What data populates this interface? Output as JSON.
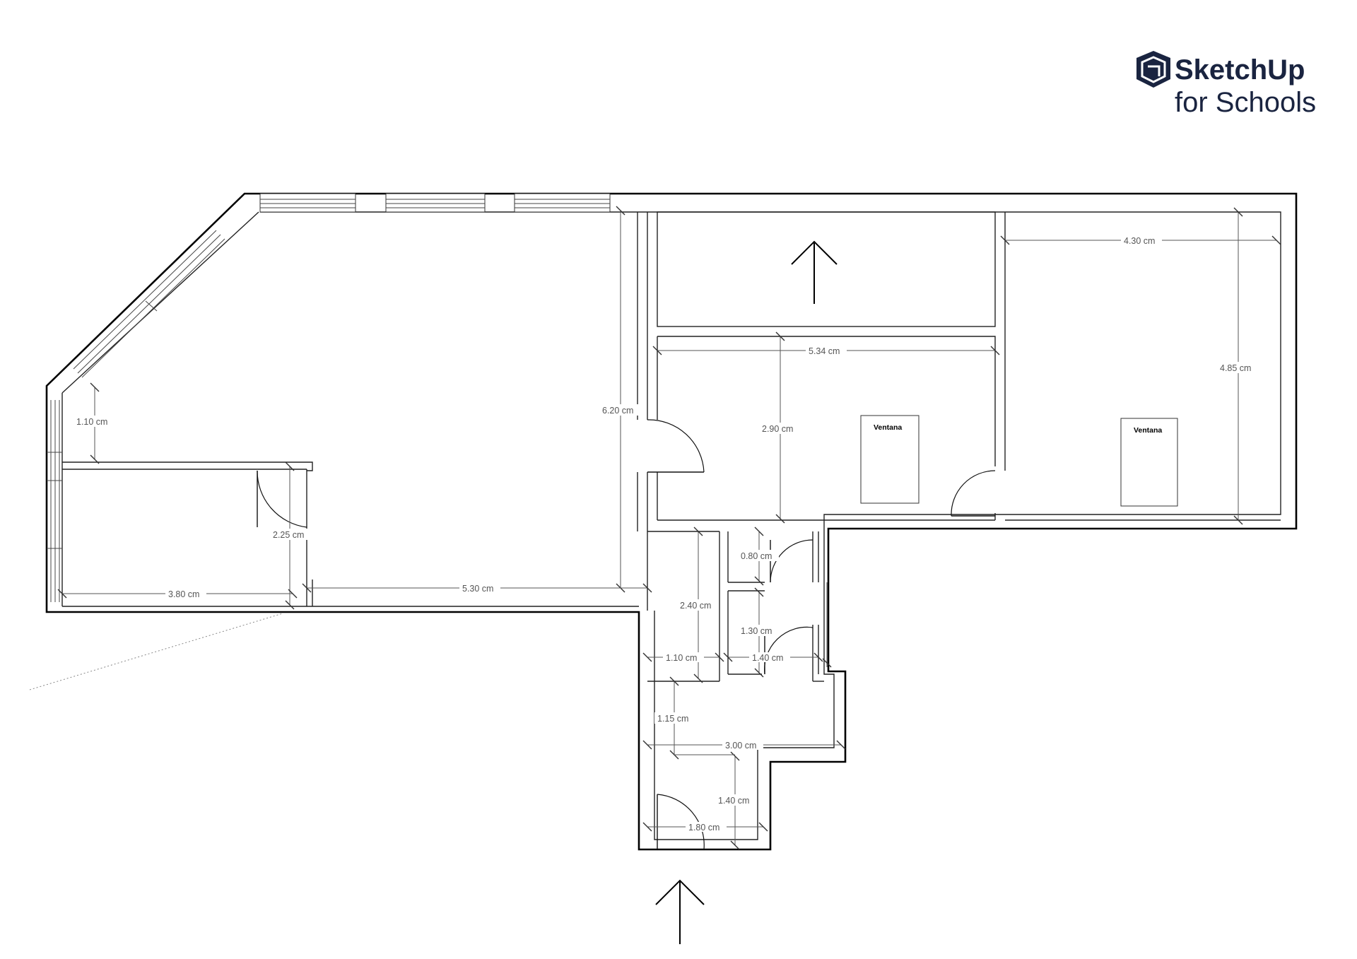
{
  "logo": {
    "line1": "SketchUp",
    "line2": "for Schools",
    "color": "#1a2440"
  },
  "labels": {
    "window_left": "Ventana",
    "window_right": "Ventana"
  },
  "dimensions": {
    "d_110_top": "1.10 cm",
    "d_620": "6.20 cm",
    "d_225": "2.25 cm",
    "d_380": "3.80 cm",
    "d_530": "5.30 cm",
    "d_534": "5.34 cm",
    "d_290": "2.90 cm",
    "d_430": "4.30 cm",
    "d_485": "4.85 cm",
    "d_080": "0.80 cm",
    "d_240": "2.40 cm",
    "d_130": "1.30 cm",
    "d_110_mid": "1.10 cm",
    "d_140_mid": "1.40 cm",
    "d_115": "1.15 cm",
    "d_300": "3.00 cm",
    "d_140_low": "1.40 cm",
    "d_180": "1.80 cm"
  }
}
